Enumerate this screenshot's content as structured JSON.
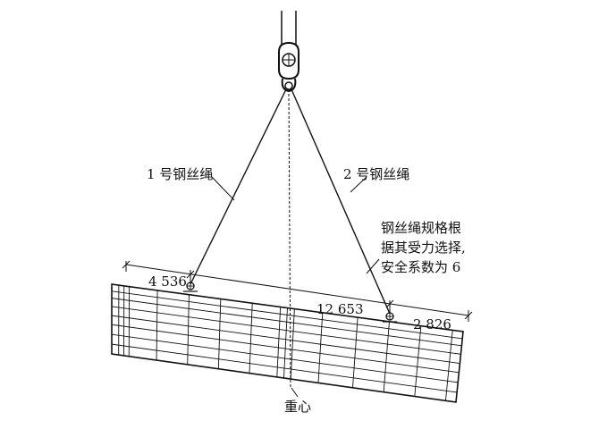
{
  "labels": {
    "rope1": "1 号钢丝绳",
    "rope2": "2 号钢丝绳",
    "spec_line1": "钢丝绳规格根",
    "spec_line2": "据其受力选择,",
    "spec_line3": "安全系数为 6",
    "center_of_gravity": "重心"
  },
  "dimensions": {
    "left_offset": "4 536",
    "span": "12 653",
    "right_offset": "2 826"
  }
}
